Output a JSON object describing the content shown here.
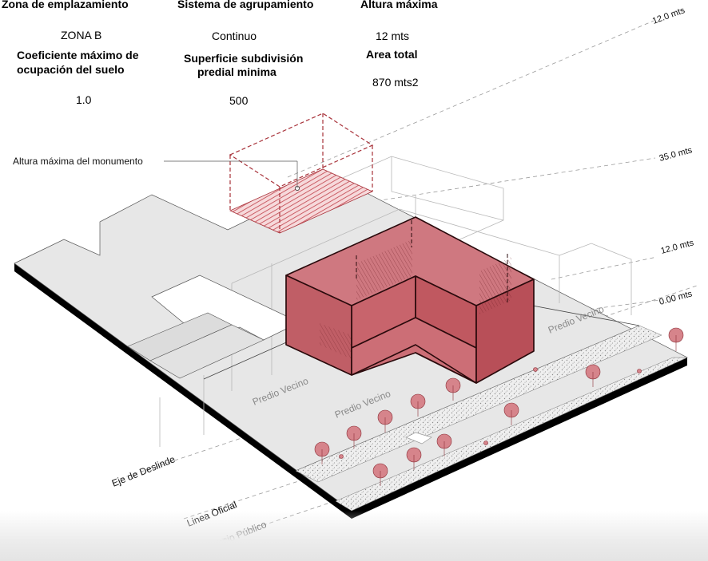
{
  "params": {
    "zona_label": "Zona de emplazamiento",
    "zona_value": "ZONA B",
    "sistema_label": "Sistema de agrupamiento",
    "sistema_value": "Continuo",
    "altura_label": "Altura máxima",
    "altura_value": "12 mts",
    "coef_label_1": "Coeficiente máximo de",
    "coef_label_2": "ocupación del suelo",
    "coef_value": "1.0",
    "sup_label_1": "Superficie subdivisión",
    "sup_label_2": "predial minima",
    "sup_value": "500",
    "area_label": "Area total",
    "area_value": "870 mts2"
  },
  "annotations": {
    "monument_height": "Altura máxima del monumento",
    "neighbor_1": "Predio Vecino",
    "neighbor_2": "Predio Vecino",
    "neighbor_3": "Predio Vecino",
    "eje_deslinde": "Eje de Deslinde",
    "linea_oficial": "Linea Oficial",
    "eje_espacio": "Eje Espacio Público"
  },
  "levels": {
    "l1": "12.0 mts",
    "l2": "35.0 mts",
    "l3": "12.0 mts",
    "l4": "0.00 mts"
  },
  "colors": {
    "building_fill": "#c8646c",
    "building_stroke": "#2a0a0c",
    "monument_dash": "#a8323a",
    "site_fill": "#e7e7e7",
    "guide": "#9a9a9a"
  }
}
